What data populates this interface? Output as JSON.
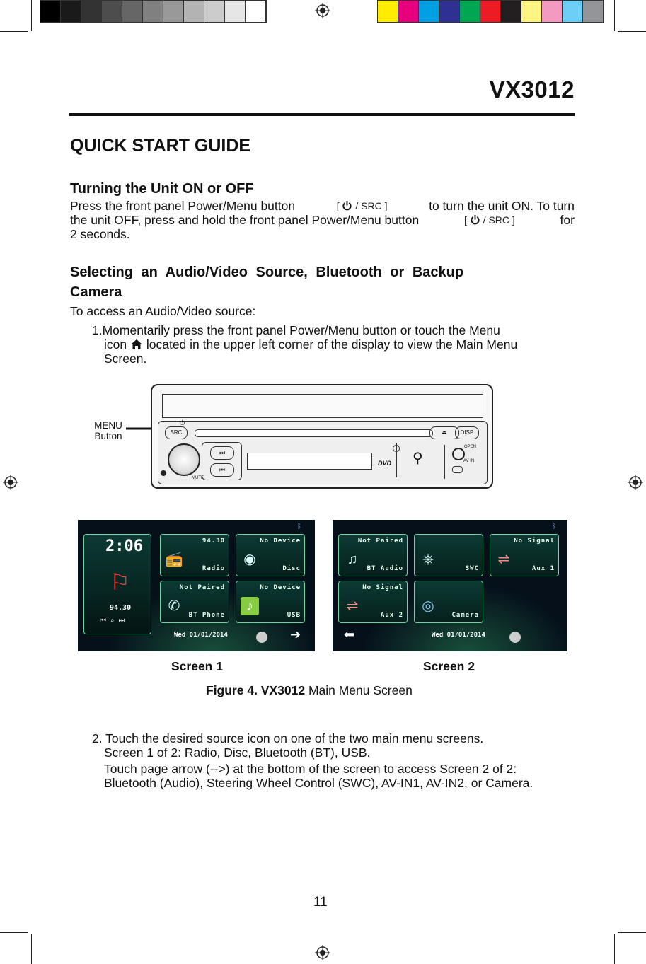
{
  "header": {
    "model": "VX3012",
    "section_title": "QUICK START GUIDE"
  },
  "power_section": {
    "heading": "Turning the Unit ON or OFF",
    "line1_a": "Press the front panel Power/Menu button",
    "line1_b": "to turn the unit ON.  To turn",
    "line2_a": "the unit OFF, press and hold the front panel Power/Menu button",
    "line2_b": "for",
    "line3": "2 seconds.",
    "button_label": "SRC"
  },
  "source_section": {
    "heading_line1": "Selecting  an  Audio/Video  Source,  Bluetooth  or  Backup",
    "heading_line2": "Camera",
    "intro": "To access an Audio/Video  source:",
    "step1_a": "1.Momentarily press the front panel Power/Menu button or touch the Menu",
    "step1_b_pre": "icon",
    "step1_b_post": "located in the upper left corner of the display to view the Main Menu",
    "step1_c": "Screen."
  },
  "faceplate": {
    "menu_label_1": "MENU",
    "menu_label_2": "Button",
    "src": "SRC",
    "disp": "DISP",
    "open": "OPEN",
    "av_in": "AV IN",
    "mute": "MUTE",
    "dvd": "DVD"
  },
  "screen1": {
    "clock": "2:06",
    "freq": "94.30",
    "date": "Wed  01/01/2014",
    "tiles": [
      {
        "top": "94.30",
        "bottom": "Radio"
      },
      {
        "top": "No Device",
        "bottom": "Disc"
      },
      {
        "top": "Not Paired",
        "bottom": "BT Phone"
      },
      {
        "top": "No Device",
        "bottom": "USB"
      }
    ]
  },
  "screen2": {
    "date": "Wed  01/01/2014",
    "tiles": [
      {
        "top": "Not Paired",
        "bottom": "BT Audio"
      },
      {
        "top": "",
        "bottom": "SWC"
      },
      {
        "top": "No Signal",
        "bottom": "Aux 1"
      },
      {
        "top": "No Signal",
        "bottom": "Aux 2"
      },
      {
        "top": "",
        "bottom": "Camera"
      }
    ]
  },
  "captions": {
    "screen1": "Screen 1",
    "screen2": "Screen 2",
    "figure_bold": "Figure 4. VX3012",
    "figure_rest": " Main Menu Screen"
  },
  "step2": {
    "line1": "2. Touch  the  desired  source  icon  on  one  of  the  two  main  menu  screens.",
    "line2": "Screen 1 of 2: Radio, Disc, Bluetooth (BT), USB.",
    "line3": "Touch page arrow (-->) at the bottom of the screen to access Screen 2 of 2:",
    "line4": "Bluetooth (Audio), Steering Wheel Control (SWC), AV-IN1, AV-IN2, or Camera."
  },
  "page_number": "11",
  "colors": {
    "tile_border": "#6fd3a0",
    "screen_bg": "#05101a"
  }
}
